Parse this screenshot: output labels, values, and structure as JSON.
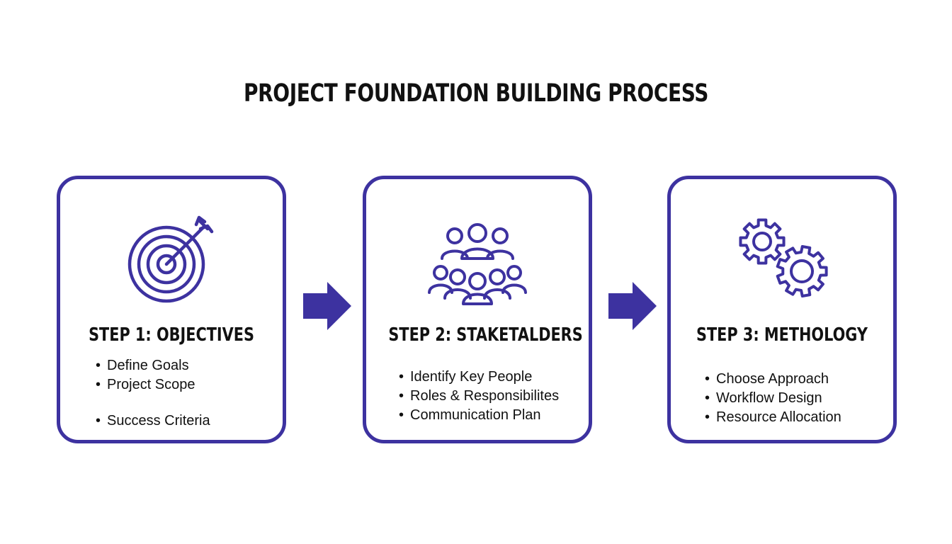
{
  "title": "PROJECT FOUNDATION BUILDING PROCESS",
  "colors": {
    "accent": "#3d32a0",
    "text": "#111111",
    "background": "#ffffff"
  },
  "steps": [
    {
      "heading": "STEP 1: OBJECTIVES",
      "icon": "target-icon",
      "bullets": [
        "Define Goals",
        "Project Scope",
        "Success Criteria"
      ]
    },
    {
      "heading": "STEP 2: STAKETALDERS",
      "icon": "people-group-icon",
      "bullets": [
        "Identify Key People",
        "Roles & Responsibilites",
        "Communication Plan"
      ]
    },
    {
      "heading": "STEP 3: METHOLOGY",
      "icon": "gears-icon",
      "bullets": [
        "Choose Approach",
        "Workflow Design",
        "Resource Allocation"
      ]
    }
  ]
}
